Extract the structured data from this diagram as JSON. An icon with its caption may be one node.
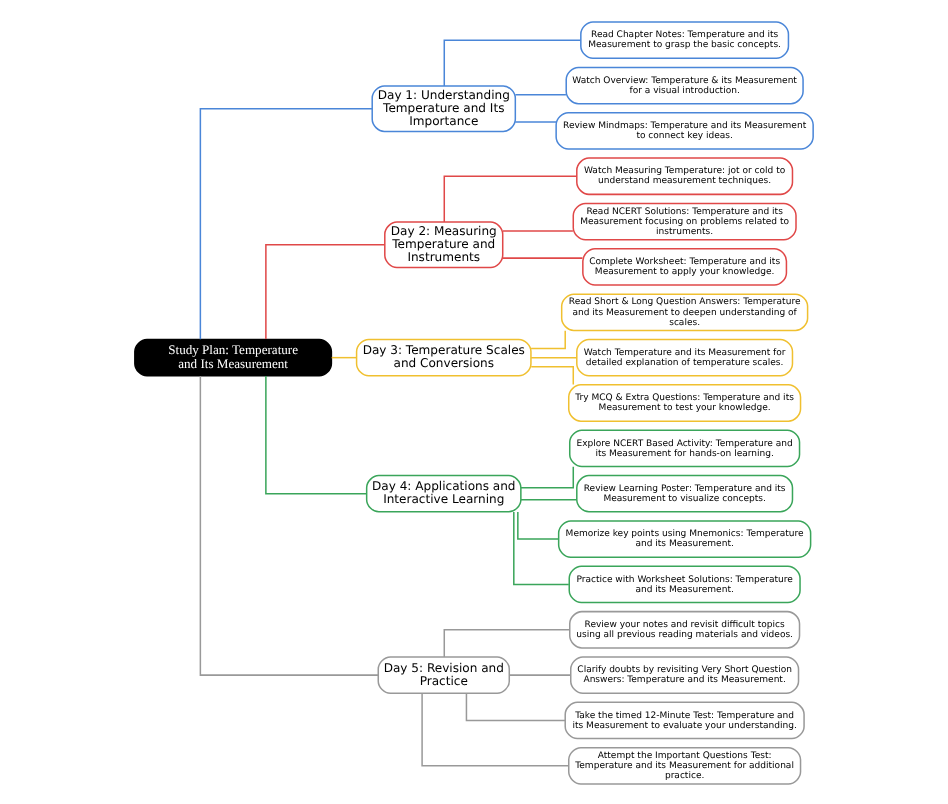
{
  "diagram": {
    "nodes": [
      {
        "text": [
          "Study Plan: Temperature and Its Measurement"
        ]
      },
      {
        "text": [
          "Day 1: Understanding Temperature and Its Importance"
        ]
      },
      {
        "text": [
          "Read Chapter Notes: Temperature and its Measurement to grasp the basic concepts."
        ]
      },
      {
        "text": [
          "Watch Overview: Temperature & its Measurement for a visual introduction."
        ]
      },
      {
        "text": [
          "Review Mindmaps: Temperature and its Measurement to connect key ideas."
        ]
      },
      {
        "text": [
          "Day 2: Measuring Temperature and Instruments"
        ]
      },
      {
        "text": [
          "Watch Measuring Temperature: jot or cold to understand measurement techniques."
        ]
      },
      {
        "text": [
          "Read NCERT Solutions: Temperature and its Measurement focusing on problems related to instruments."
        ]
      },
      {
        "text": [
          "Complete Worksheet: Temperature and its Measurement to apply your knowledge."
        ]
      },
      {
        "text": [
          "Day 3: Temperature Scales and Conversions"
        ]
      },
      {
        "text": [
          "Read Short & Long Question Answers: Temperature and its Measurement to deepen understanding of scales."
        ]
      },
      {
        "text": [
          "Watch Temperature and its Measurement for detailed explanation of temperature scales."
        ]
      },
      {
        "text": [
          "Try MCQ & Extra Questions: Temperature and its Measurement to test your knowledge."
        ]
      },
      {
        "text": [
          "Day 4: Applications and Interactive Learning"
        ]
      },
      {
        "text": [
          "Explore NCERT Based Activity: Temperature and its Measurement for hands-on learning."
        ]
      },
      {
        "text": [
          "Review Learning Poster: Temperature and its Measurement to visualize concepts."
        ]
      },
      {
        "text": [
          "Memorize key points using Mnemonics: Temperature and its Measurement."
        ]
      },
      {
        "text": [
          "Practice with Worksheet Solutions: Temperature and its Measurement."
        ]
      },
      {
        "text": [
          "Day 5: Revision and Practice"
        ]
      },
      {
        "text": [
          "Review your notes and revisit difficult topics using all previous reading materials and videos."
        ]
      },
      {
        "text": [
          "Clarify doubts by revisiting Very Short Question Answers: Temperature and its Measurement."
        ]
      },
      {
        "text": [
          "Take the timed 12-Minute Test: Temperature and its Measurement to evaluate your understanding."
        ]
      },
      {
        "text": [
          "Attempt the Important Questions Test: Temperature and its Measurement for additional practice."
        ]
      }
    ],
    "edges": [
      {
        "from": 0,
        "to": 1,
        "arrow": "none",
        "color": "#4a86d8"
      },
      {
        "from": 1,
        "to": 2,
        "arrow": "none",
        "color": "#4a86d8"
      },
      {
        "from": 1,
        "to": 3,
        "arrow": "none",
        "color": "#4a86d8"
      },
      {
        "from": 1,
        "to": 4,
        "arrow": "none",
        "color": "#4a86d8"
      },
      {
        "from": 0,
        "to": 5,
        "arrow": "none",
        "color": "#e04848"
      },
      {
        "from": 5,
        "to": 6,
        "arrow": "none",
        "color": "#e04848"
      },
      {
        "from": 5,
        "to": 7,
        "arrow": "none",
        "color": "#e04848"
      },
      {
        "from": 5,
        "to": 8,
        "arrow": "none",
        "color": "#e04848"
      },
      {
        "from": 0,
        "to": 9,
        "arrow": "none",
        "color": "#f0c030"
      },
      {
        "from": 9,
        "to": 10,
        "arrow": "none",
        "color": "#f0c030"
      },
      {
        "from": 9,
        "to": 11,
        "arrow": "none",
        "color": "#f0c030"
      },
      {
        "from": 9,
        "to": 12,
        "arrow": "none",
        "color": "#f0c030"
      },
      {
        "from": 0,
        "to": 13,
        "arrow": "none",
        "color": "#3aa55a"
      },
      {
        "from": 13,
        "to": 14,
        "arrow": "none",
        "color": "#3aa55a"
      },
      {
        "from": 13,
        "to": 15,
        "arrow": "none",
        "color": "#3aa55a"
      },
      {
        "from": 13,
        "to": 16,
        "arrow": "none",
        "color": "#3aa55a"
      },
      {
        "from": 13,
        "to": 17,
        "arrow": "none",
        "color": "#3aa55a"
      },
      {
        "from": 0,
        "to": 18,
        "arrow": "none",
        "color": "#999999"
      },
      {
        "from": 18,
        "to": 19,
        "arrow": "none",
        "color": "#999999"
      },
      {
        "from": 18,
        "to": 20,
        "arrow": "none",
        "color": "#999999"
      },
      {
        "from": 18,
        "to": 21,
        "arrow": "none",
        "color": "#999999"
      },
      {
        "from": 18,
        "to": 22,
        "arrow": "none",
        "color": "#999999"
      }
    ]
  }
}
